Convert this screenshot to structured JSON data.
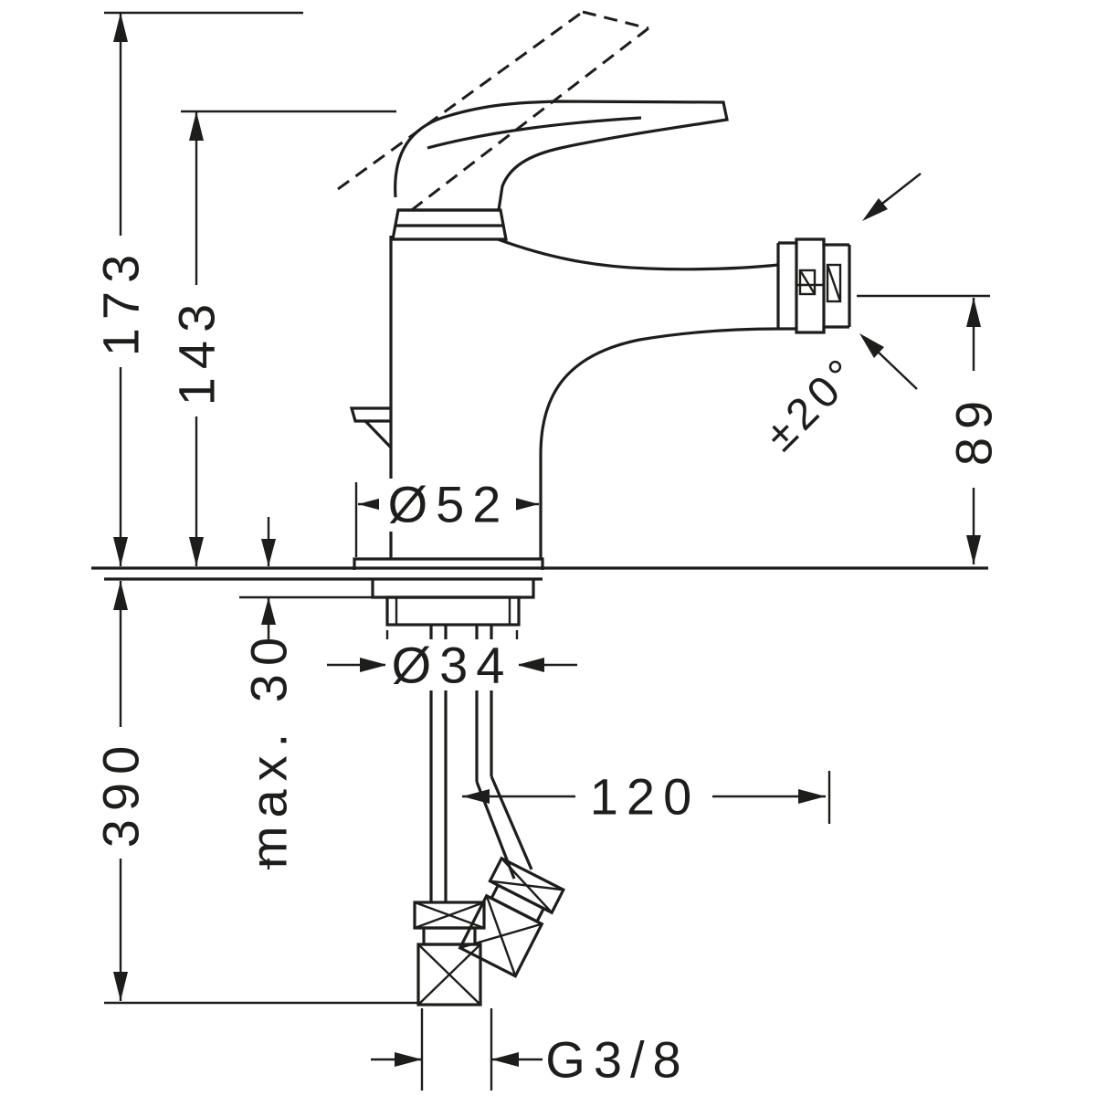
{
  "drawing": {
    "subject": "single-lever bidet mixer faucet dimensional drawing",
    "dimensions": {
      "overall_height": "173",
      "body_height": "143",
      "hose_length_below_deck": "390",
      "max_deck_thickness": "max. 30",
      "base_diameter": "Ø52",
      "shank_diameter": "Ø34",
      "spout_reach": "120",
      "outlet_height": "89",
      "spray_angle": "±20°",
      "connection_thread": "G3/8"
    }
  }
}
